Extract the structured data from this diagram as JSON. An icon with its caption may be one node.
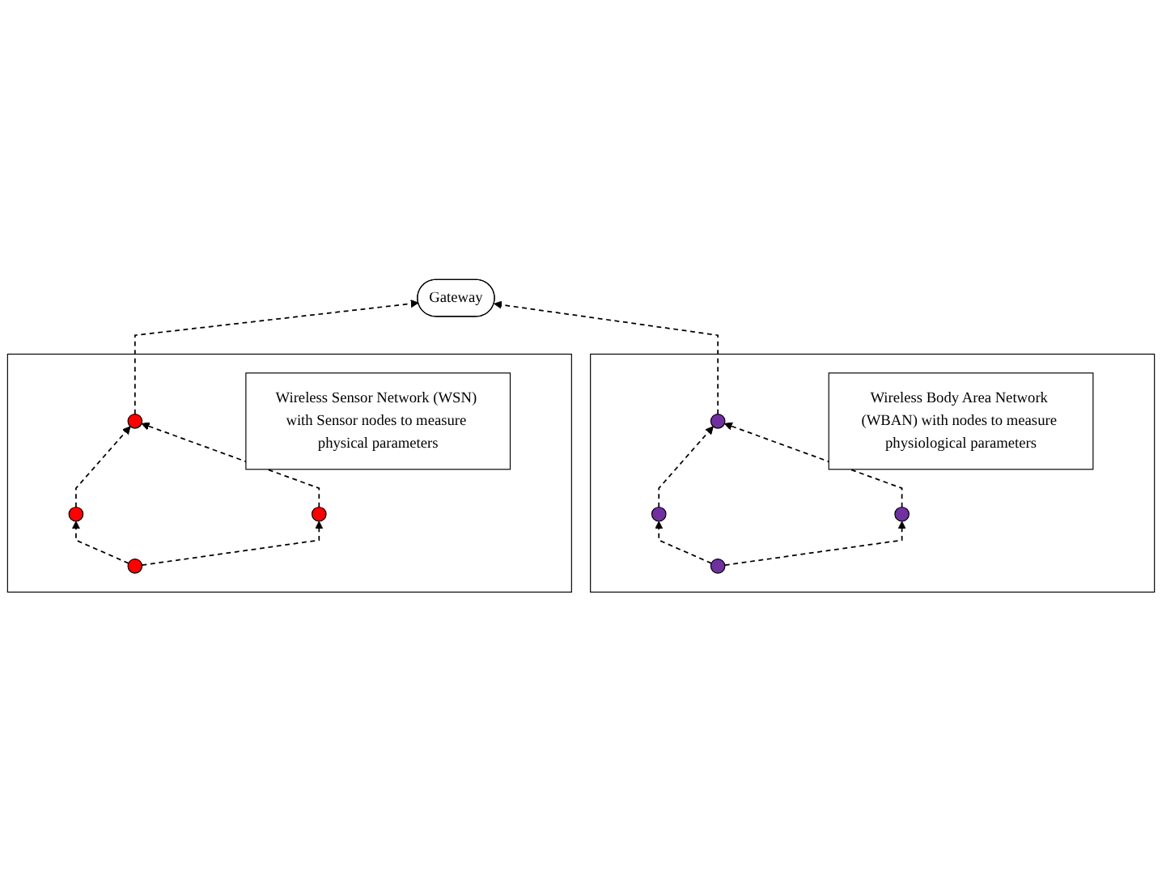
{
  "diagram": {
    "nodes": [
      {
        "text": [
          "Gateway"
        ]
      },
      {
        "text": [],
        "shape": "box"
      },
      {
        "text": [],
        "shape": "circle",
        "in": 1
      },
      {
        "text": [],
        "shape": "circle",
        "in": 1
      },
      {
        "text": [],
        "shape": "circle",
        "in": 1
      },
      {
        "text": [],
        "shape": "circle",
        "in": 1
      },
      {
        "text": [
          "Wireless Sensor Network (WSN) with Sensor nodes to measure physical parameters"
        ],
        "in": 1
      },
      {
        "text": [],
        "shape": "box"
      },
      {
        "text": [],
        "shape": "circle",
        "in": 7
      },
      {
        "text": [],
        "shape": "circle",
        "in": 7
      },
      {
        "text": [],
        "shape": "circle",
        "in": 7
      },
      {
        "text": [],
        "shape": "circle",
        "in": 7
      },
      {
        "text": [
          "Wireless Body Area Network (WBAN) with nodes to measure physiological parameters"
        ],
        "in": 7
      }
    ],
    "edges": [
      {
        "from": 2,
        "to": 0,
        "arrow": "to",
        "style": "dashed"
      },
      {
        "from": 3,
        "to": 2,
        "arrow": "to",
        "style": "dashed"
      },
      {
        "from": 4,
        "to": 2,
        "arrow": "to",
        "style": "dashed"
      },
      {
        "from": 5,
        "to": 3,
        "arrow": "to",
        "style": "dashed"
      },
      {
        "from": 5,
        "to": 4,
        "arrow": "to",
        "style": "dashed"
      },
      {
        "from": 8,
        "to": 0,
        "arrow": "to",
        "style": "dashed"
      },
      {
        "from": 9,
        "to": 8,
        "arrow": "to",
        "style": "dashed"
      },
      {
        "from": 10,
        "to": 8,
        "arrow": "to",
        "style": "dashed"
      },
      {
        "from": 11,
        "to": 9,
        "arrow": "to",
        "style": "dashed"
      },
      {
        "from": 11,
        "to": 10,
        "arrow": "to",
        "style": "dashed"
      }
    ]
  }
}
